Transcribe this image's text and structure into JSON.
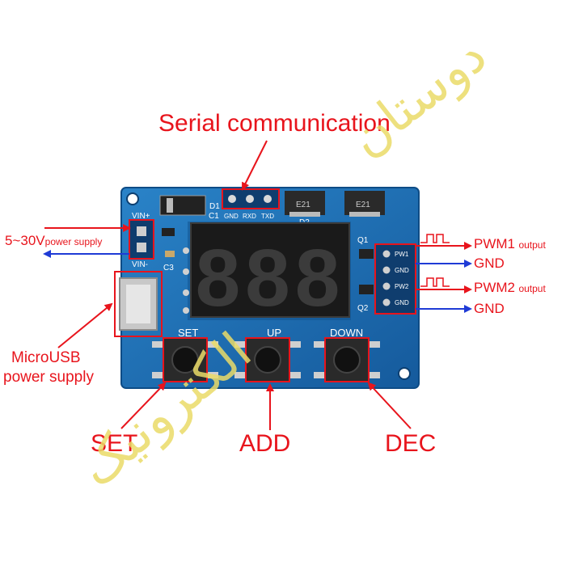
{
  "labels": {
    "serial": "Serial communication",
    "power_in_voltage": "5~30V",
    "power_in_suffix": "power supply",
    "microusb_line1": "MicroUSB",
    "microusb_line2": "power supply",
    "set": "SET",
    "add": "ADD",
    "dec": "DEC",
    "pwm1": "PWM1",
    "pwm2": "PWM2",
    "output_word": "output",
    "gnd": "GND"
  },
  "board": {
    "serial_pins": [
      "GND",
      "RXD",
      "TXD"
    ],
    "vin_plus": "VIN+",
    "vin_minus": "VIN-",
    "d1": "D1",
    "d2": "D2",
    "c1": "C1",
    "c3": "C3",
    "q1": "Q1",
    "q2": "Q2",
    "chip_code": "E21",
    "display_digits": "888",
    "btn_set": "SET",
    "btn_up": "UP",
    "btn_down": "DOWN",
    "out_pins": [
      "PW1",
      "GND",
      "PW2",
      "GND"
    ]
  },
  "watermark": {
    "line1": "دوستان",
    "line2": "الکترونیک"
  },
  "colors": {
    "label_red": "#e8141c",
    "arrow_blue": "#1f3bd6",
    "pcb_blue": "#1c6fb7",
    "watermark": "#eadb68"
  }
}
